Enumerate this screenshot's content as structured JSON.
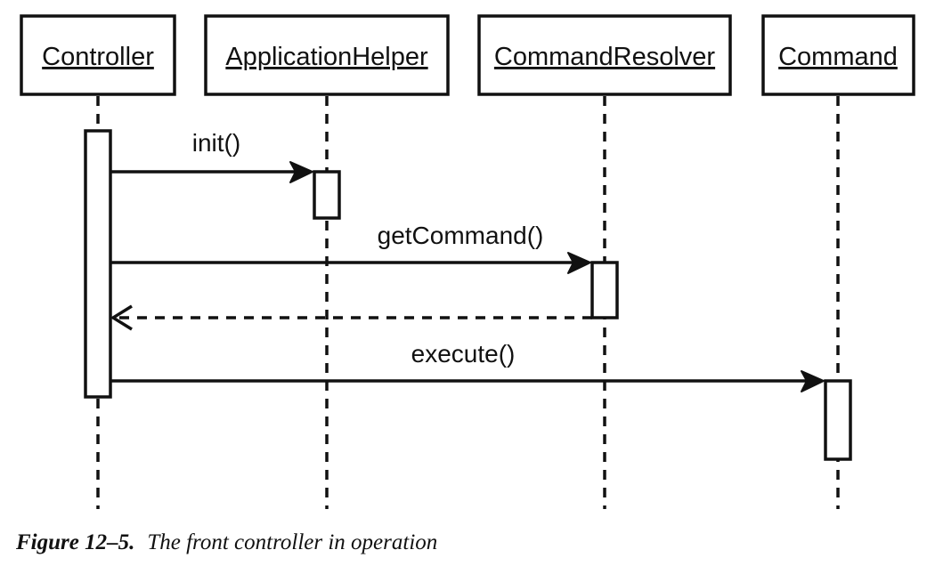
{
  "diagram": {
    "objects": [
      {
        "id": "controller",
        "label": "Controller"
      },
      {
        "id": "application-helper",
        "label": "ApplicationHelper"
      },
      {
        "id": "command-resolver",
        "label": "CommandResolver"
      },
      {
        "id": "command",
        "label": "Command"
      }
    ],
    "messages": [
      {
        "id": "init",
        "label": "init()",
        "from": "controller",
        "to": "application-helper",
        "kind": "call"
      },
      {
        "id": "get-command",
        "label": "getCommand()",
        "from": "controller",
        "to": "command-resolver",
        "kind": "call"
      },
      {
        "id": "get-command-return",
        "label": "",
        "from": "command-resolver",
        "to": "controller",
        "kind": "return"
      },
      {
        "id": "execute",
        "label": "execute()",
        "from": "controller",
        "to": "command",
        "kind": "call"
      }
    ]
  },
  "caption": {
    "figure_number": "Figure 12–5.",
    "title": "The front controller in operation"
  }
}
